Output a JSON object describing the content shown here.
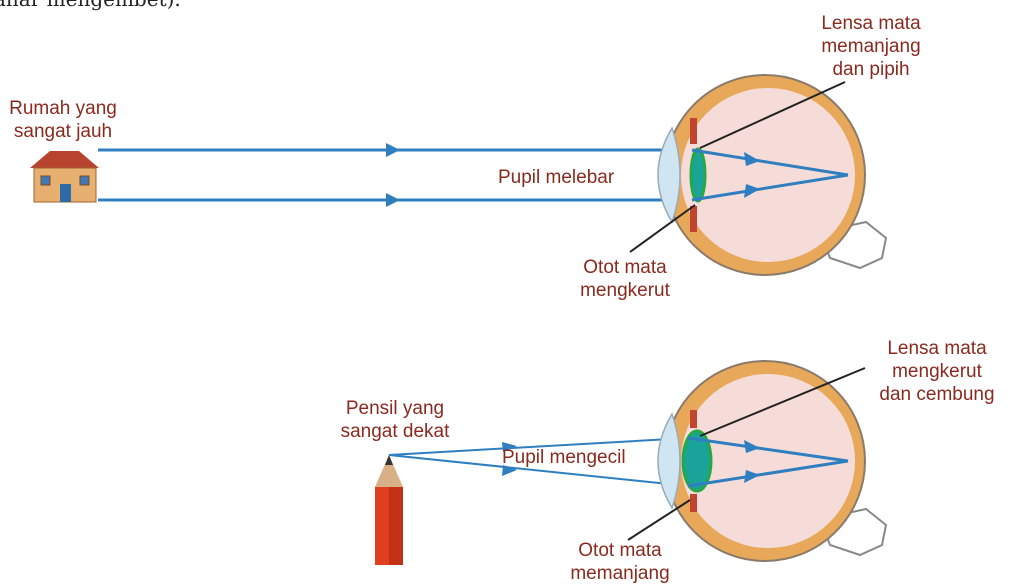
{
  "top_cut_text": "anar mengembet).",
  "top_panel": {
    "object_label_line1": "Rumah yang",
    "object_label_line2": "sangat jauh",
    "pupil_label": "Pupil melebar",
    "lens_label_line1": "Lensa mata",
    "lens_label_line2": "memanjang",
    "lens_label_line3": "dan pipih",
    "muscle_label_line1": "Otot mata",
    "muscle_label_line2": "mengkerut",
    "object_icon": "house-icon"
  },
  "bottom_panel": {
    "object_label_line1": "Pensil yang",
    "object_label_line2": "sangat dekat",
    "pupil_label": "Pupil mengecil",
    "lens_label_line1": "Lensa mata",
    "lens_label_line2": "mengkerut",
    "lens_label_line3": "dan cembung",
    "muscle_label_line1": "Otot mata",
    "muscle_label_line2": "memanjang",
    "object_icon": "pencil-icon"
  },
  "colors": {
    "label_text": "#8a2a1e",
    "light_ray": "#2f7fc0",
    "lens": "#1aa39a",
    "sclera": "#e8a85a",
    "retina_fill": "#f6dcd8",
    "cornea": "#cfe6f2"
  }
}
